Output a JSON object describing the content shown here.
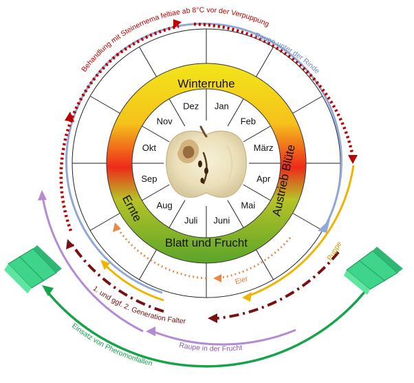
{
  "months": [
    "Jan",
    "Feb",
    "März",
    "Apr",
    "Mai",
    "Juni",
    "Juli",
    "Aug",
    "Sep",
    "Okt",
    "Nov",
    "Dez"
  ],
  "seasons": {
    "winter": "Winterruhe",
    "spring": "Austrieb Blüte",
    "summer": "Blatt und Frucht",
    "harvest": "Ernte"
  },
  "cycle_labels": {
    "treatment": "Behandlung mit Steinernema feltiae ab 8°C vor der Verpuppung",
    "larva_bark": "Raupe unter der Rinde",
    "pupa": "Puppe",
    "eggs": "Eier",
    "moth": "1. und ggf. 2. Generation Falter",
    "larva_fruit": "Raupe in der Frucht",
    "pheromone": "Einsatz von Pheromonfallen"
  },
  "colors": {
    "treatment": "#c00000",
    "larva_bark": "#8fa9d6",
    "pupa": "#f0b400",
    "eggs": "#e8894a",
    "moth": "#7a1010",
    "larva_fruit": "#b48ad6",
    "pheromone": "#16a34a",
    "trap": "#3ed58a"
  }
}
